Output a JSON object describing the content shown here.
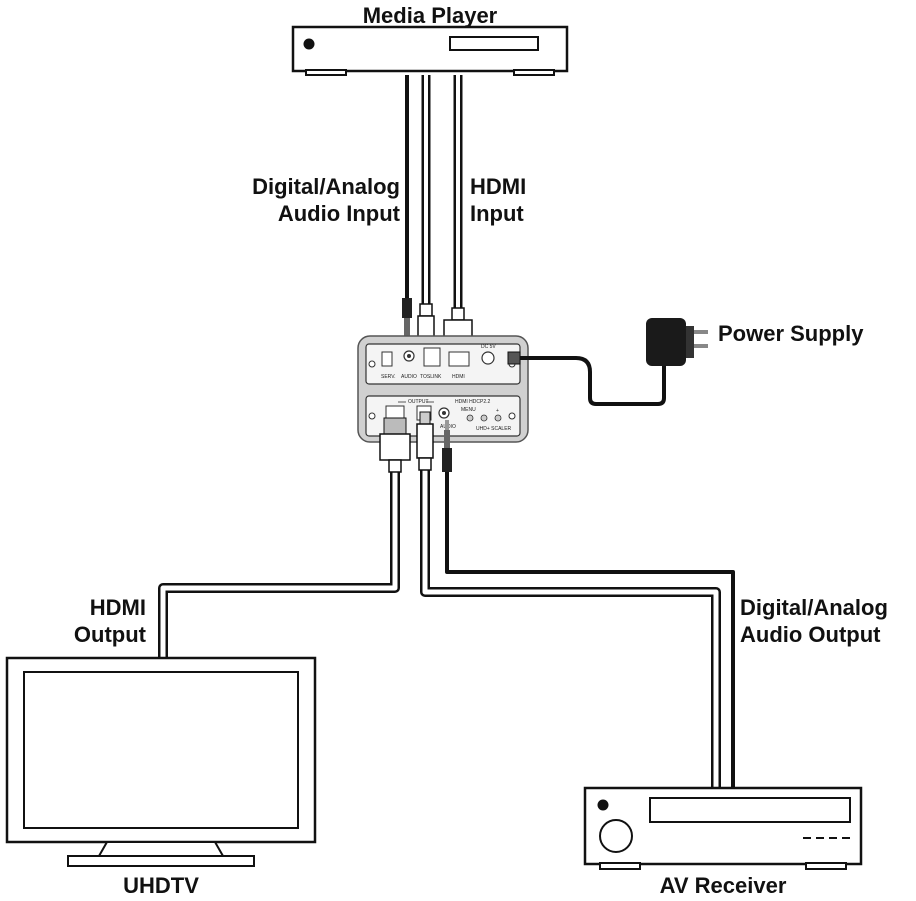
{
  "labels": {
    "media_player": "Media Player",
    "audio_input_line1": "Digital/Analog",
    "audio_input_line2": "Audio Input",
    "hdmi_input_line1": "HDMI",
    "hdmi_input_line2": "Input",
    "power_supply": "Power Supply",
    "hdmi_output_line1": "HDMI",
    "hdmi_output_line2": "Output",
    "audio_output_line1": "Digital/Analog",
    "audio_output_line2": "Audio Output",
    "uhdtv": "UHDTV",
    "av_receiver": "AV Receiver"
  },
  "device_panel": {
    "top_ports": [
      "SERV.",
      "AUDIO",
      "TOSLINK",
      "HDMI"
    ],
    "dc_label": "DC 5V",
    "bottom_output": "OUTPUT",
    "bottom_audio": "AUDIO",
    "menu": "MENU",
    "plus": "+",
    "minus": "-",
    "scaler": "UHD+ SCALER",
    "brand": "HDMI HDCP2.2"
  },
  "colors": {
    "line": "#111111",
    "device_panel": "#d9d9d9",
    "device_face": "#f2f2f2",
    "adapter": "#1a1a1a"
  }
}
